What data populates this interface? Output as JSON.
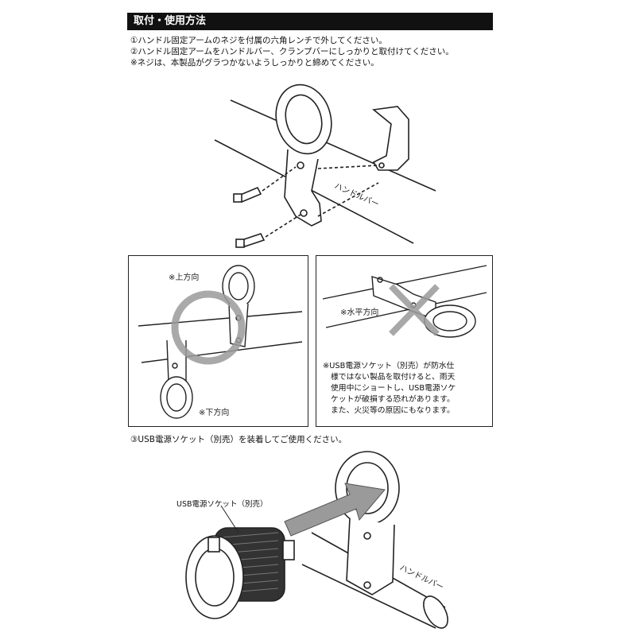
{
  "header": {
    "title": "取付・使用方法"
  },
  "instructions": [
    "①ハンドル固定アームのネジを付属の六角レンチで外してください。",
    "②ハンドル固定アームをハンドルバー、クランプバーにしっかりと取付けてください。",
    "※ネジは、本製品がグラつかないようしっかりと締めてください。"
  ],
  "labels": {
    "handlebar_top": "ハンドルバー",
    "up_direction": "※上方向",
    "down_direction": "※下方向",
    "horizontal_direction": "※水平方向",
    "usb_socket": "USB電源ソケット（別売）",
    "handlebar_bottom": "ハンドルバー"
  },
  "warning": [
    "※USB電源ソケット（別売）が防水仕",
    "様ではない製品を取付けると、雨天",
    "使用中にショートし、USB電源ソケ",
    "ケットが破損する恐れがあります。",
    "また、火災等の原因にもなります。"
  ],
  "step3": "③USB電源ソケット（別売）を装着してご使用ください。",
  "colors": {
    "header_bg": "#111111",
    "mark_gray": "#9a9a9a",
    "arrow_gray": "#9a9a9a"
  }
}
